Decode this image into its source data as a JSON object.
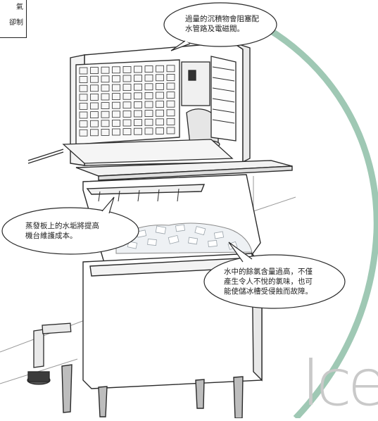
{
  "corner_fragment": {
    "line1": "氣",
    "line2": "卻制"
  },
  "callouts": {
    "top": "過量的沉積物會阻塞配\n水管路及電磁閥。",
    "left": "蒸發板上的水垢將提高\n機台維護成本。",
    "right": "水中的餘氯含量過高，不僅\n產生令人不悅的氯味，也可\n能使儲冰槽受侵蝕而故障。"
  },
  "watermark": "Ice",
  "colors": {
    "arc": "#9fc8b4",
    "line": "#2a2a2a",
    "ice": "#cfd6dc"
  }
}
